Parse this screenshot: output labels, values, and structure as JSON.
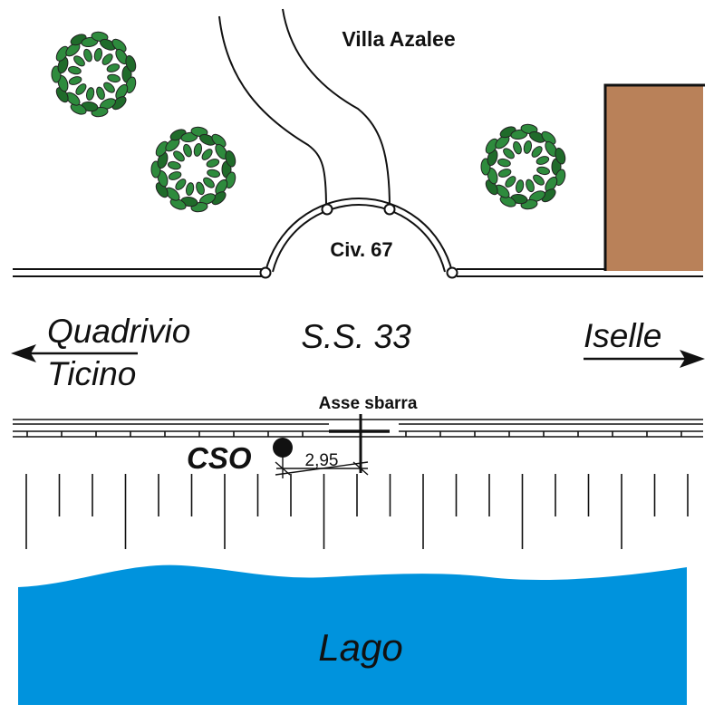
{
  "labels": {
    "villa": "Villa Azalee",
    "civic": "Civ. 67",
    "road": "S.S. 33",
    "left_line1": "Quadrivio",
    "left_line2": "Ticino",
    "right": "Iselle",
    "axis": "Asse sbarra",
    "cso": "CSO",
    "distance": "2,95",
    "lake": "Lago"
  },
  "colors": {
    "building": "#b98159",
    "lake": "#0093dd",
    "tree_leaf": "#2e8b3d",
    "tree_leaf_dark": "#1f6b2a",
    "line": "#111111"
  },
  "icons": {
    "trees": "tree-icon",
    "arrow_left": "arrow-left-icon",
    "arrow_right": "arrow-right-icon",
    "cso_marker": "cso-dot-icon"
  }
}
